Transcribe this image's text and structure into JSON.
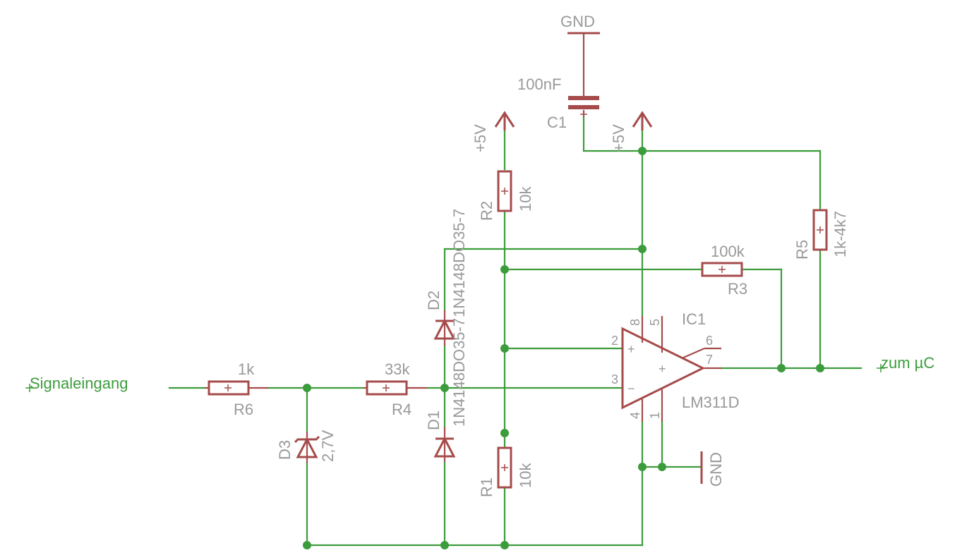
{
  "nets": {
    "input_label": "Signaleingang",
    "output_label": "zum µC"
  },
  "supplies": {
    "gnd_top": "GND",
    "gnd_right": "GND",
    "vcc_left": "+5V",
    "vcc_right": "+5V"
  },
  "components": {
    "c1": {
      "name": "C1",
      "value": "100nF"
    },
    "r1": {
      "name": "R1",
      "value": "10k"
    },
    "r2": {
      "name": "R2",
      "value": "10k"
    },
    "r3": {
      "name": "R3",
      "value": "100k"
    },
    "r4": {
      "name": "R4",
      "value": "33k"
    },
    "r5": {
      "name": "R5",
      "value": "1k-4k7"
    },
    "r6": {
      "name": "R6",
      "value": "1k"
    },
    "d1": {
      "name": "D1",
      "value": "1N4148DO35-7"
    },
    "d2": {
      "name": "D2",
      "value": "1N4148DO35-7"
    },
    "d3": {
      "name": "D3",
      "value": "2,7V"
    },
    "ic1": {
      "name": "IC1",
      "value": "LM311D",
      "pins": {
        "p1": "1",
        "p2": "2",
        "p3": "3",
        "p4": "4",
        "p5": "5",
        "p6": "6",
        "p7": "7",
        "p8": "8"
      },
      "sign_plus": "+",
      "sign_minus": "−",
      "body_plus": "+"
    }
  },
  "colors": {
    "wire": "#3c9c3c",
    "symbol": "#a64b4b",
    "text": "#999999",
    "net_label": "#3c9c3c"
  }
}
